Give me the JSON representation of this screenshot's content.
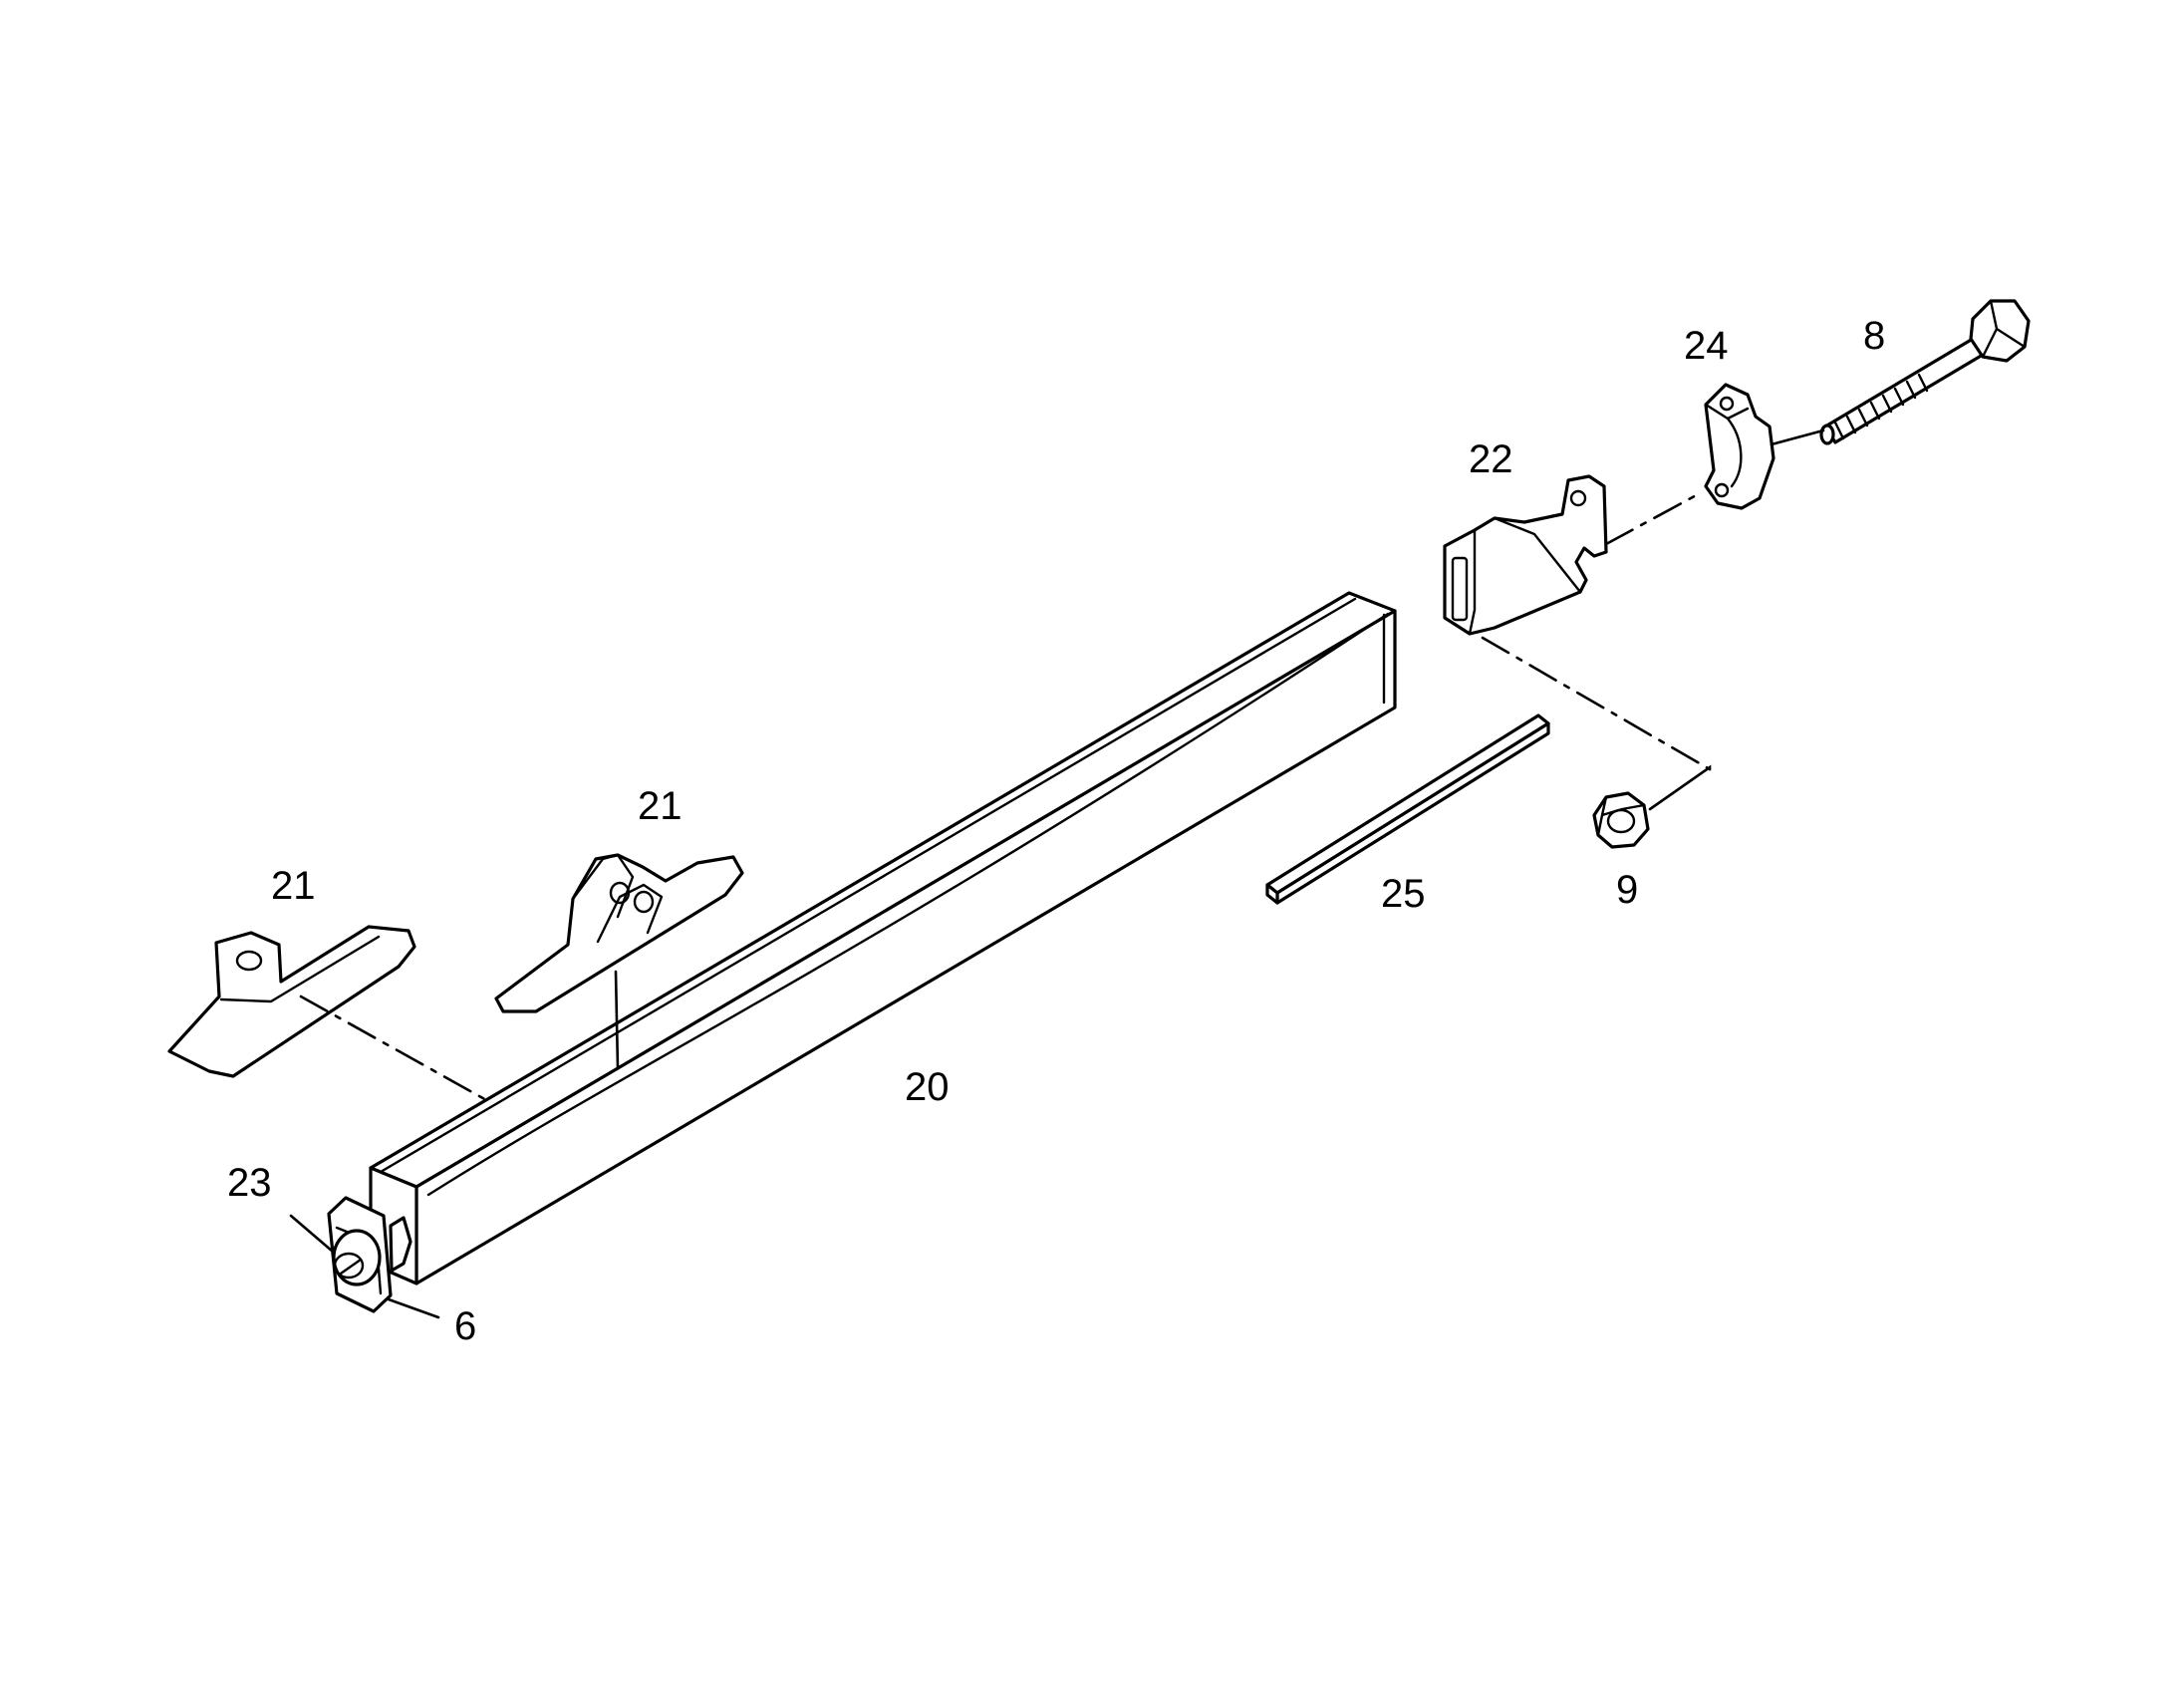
{
  "callouts": {
    "c8": "8",
    "c24": "24",
    "c22": "22",
    "c21a": "21",
    "c21b": "21",
    "c25": "25",
    "c9": "9",
    "c20": "20",
    "c23": "23",
    "c6": "6"
  },
  "colors": {
    "ink": "#000000",
    "paper": "#ffffff"
  }
}
